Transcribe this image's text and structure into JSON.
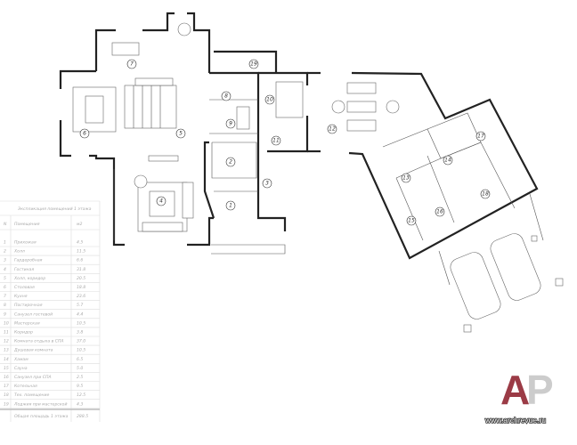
{
  "table": {
    "title": "Экспликация помещений 1 этажа",
    "headers": [
      "N",
      "Помещения",
      "м2"
    ],
    "rows": [
      {
        "n": "1",
        "name": "Прихожая",
        "area": "4.5"
      },
      {
        "n": "2",
        "name": "Холл",
        "area": "11.5"
      },
      {
        "n": "3",
        "name": "Гардеробная",
        "area": "6.6"
      },
      {
        "n": "4",
        "name": "Гостиная",
        "area": "31.8"
      },
      {
        "n": "5",
        "name": "Холл, коридор",
        "area": "20.5"
      },
      {
        "n": "6",
        "name": "Столовая",
        "area": "18.8"
      },
      {
        "n": "7",
        "name": "Кухня",
        "area": "23.6"
      },
      {
        "n": "8",
        "name": "Постирочная",
        "area": "5.7"
      },
      {
        "n": "9",
        "name": "Санузел гостевой",
        "area": "4.4"
      },
      {
        "n": "10",
        "name": "Мастерская",
        "area": "10.5"
      },
      {
        "n": "11",
        "name": "Коридор",
        "area": "3.8"
      },
      {
        "n": "12",
        "name": "Комната отдыха в СПА",
        "area": "37.0"
      },
      {
        "n": "13",
        "name": "Душевая комната",
        "area": "10.5"
      },
      {
        "n": "14",
        "name": "Хамам",
        "area": "6.5"
      },
      {
        "n": "15",
        "name": "Сауна",
        "area": "5.0"
      },
      {
        "n": "16",
        "name": "Санузел при СПА",
        "area": "2.5"
      },
      {
        "n": "17",
        "name": "Котельная",
        "area": "9.5"
      },
      {
        "n": "18",
        "name": "Тех. помещение",
        "area": "12.5"
      },
      {
        "n": "19",
        "name": "Лоджия при мастерской",
        "area": "4.3"
      }
    ],
    "total_label": "Общая площадь 1 этажа",
    "total_area": "288.5"
  },
  "plan": {
    "room_labels": [
      "1",
      "2",
      "3",
      "4",
      "5",
      "6",
      "7",
      "8",
      "9",
      "10",
      "11",
      "12",
      "13",
      "14",
      "15",
      "16",
      "17",
      "18",
      "19"
    ]
  },
  "watermark": {
    "logo": "AP",
    "site": "www.archrevue.ru",
    "logo_color": "#9b3b46"
  }
}
